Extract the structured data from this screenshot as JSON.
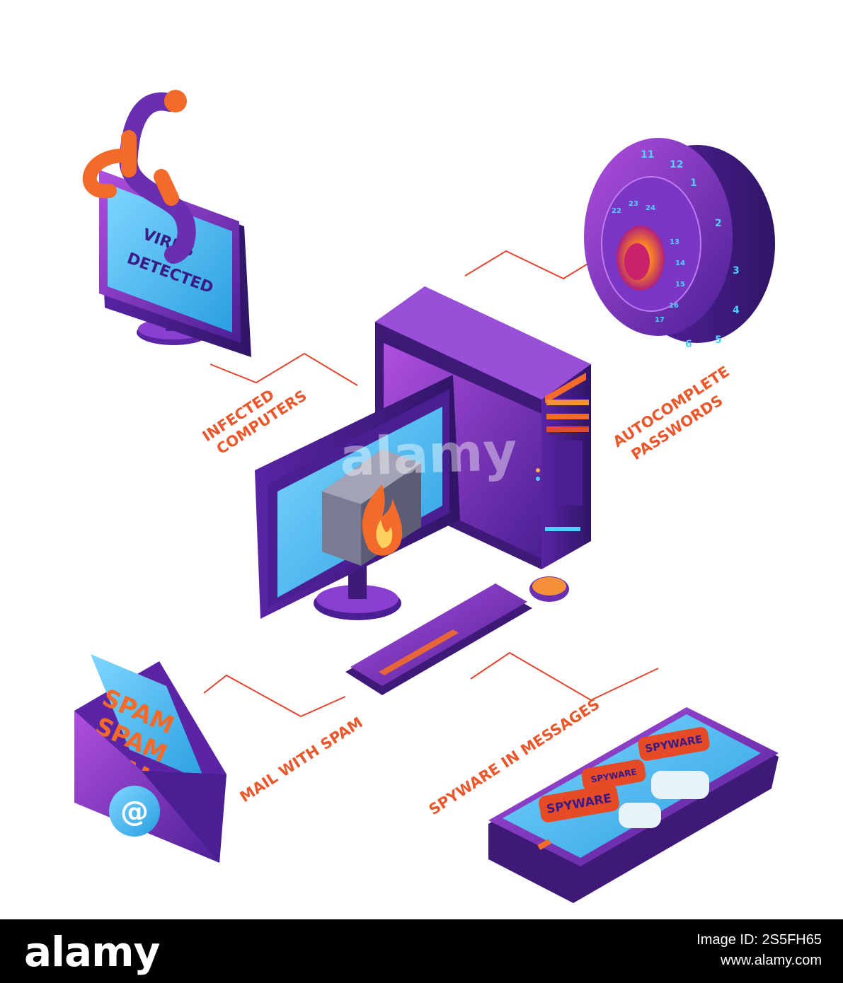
{
  "labels": {
    "infected_line1": "INFECTED",
    "infected_line2": "COMPUTERS",
    "autocomplete_line1": "AUTOCOMPLETE",
    "autocomplete_line2": "PASSWORDS",
    "mail": "MAIL WITH SPAM",
    "spyware": "SPYWARE IN MESSAGES"
  },
  "monitor_screen": {
    "line1": "VIRUS",
    "line2": "DETECTED"
  },
  "envelope": {
    "spam1": "SPAM",
    "spam2": "SPAM",
    "spam3": "SPAM",
    "at": "@"
  },
  "phone_bubbles": {
    "b1": "SPYWARE",
    "b2": "SPYWARE",
    "b3": "SPYWARE"
  },
  "dial": {
    "outer": [
      "11",
      "12",
      "1",
      "2",
      "3",
      "4",
      "5",
      "6"
    ],
    "inner": [
      "22",
      "23",
      "24",
      "13",
      "14",
      "15",
      "16",
      "17"
    ]
  },
  "watermark": "alamy",
  "footer": {
    "logo": "alamy",
    "image_id": "Image ID: 2S5FH65",
    "url": "www.alamy.com"
  },
  "colors": {
    "purple": "#6a2fb0",
    "purple_dark": "#3f1978",
    "purple_light": "#9a4fd8",
    "screen": "#3fb6ee",
    "orange": "#f26b2b",
    "label": "#e9582c",
    "connector": "#e3452f"
  }
}
